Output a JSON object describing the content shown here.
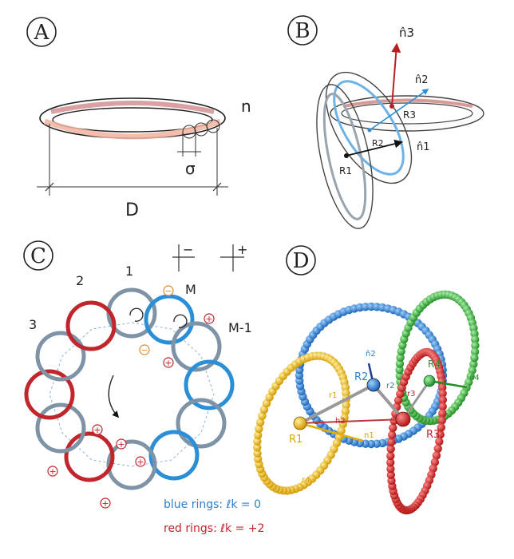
{
  "panels": {
    "A": {
      "letter": "A",
      "label_n": "n",
      "label_sigma": "σ",
      "label_D": "D"
    },
    "B": {
      "letter": "B",
      "n3": "n̂3",
      "n2": "n̂2",
      "n1": "n̂1",
      "R3": "R3",
      "R2": "R2",
      "R1": "R1"
    },
    "C": {
      "letter": "C",
      "ring_labels": [
        "1",
        "2",
        "3",
        "M",
        "M-1"
      ],
      "legend_minus": "−",
      "legend_plus": "+",
      "caption_blue": "blue rings: ℓk = 0",
      "caption_red": "red rings: ℓk = +2",
      "colors": {
        "blue": "#2a8fd6",
        "red": "#c0262b",
        "grey": "#7f93a6",
        "orange": "#e08a2c"
      }
    },
    "D": {
      "letter": "D",
      "labels": {
        "n1": "n̂1",
        "n2": "n̂2",
        "n4": "n̂4",
        "R1": "R1",
        "R2": "R2",
        "R3": "R3",
        "R4": "R4",
        "r1": "r1",
        "r2": "r2",
        "r3": "r3",
        "r4": "r4",
        "h2": "h2",
        "n1b": "n1"
      },
      "colors": {
        "blue": "#2f7fd0",
        "yellow": "#f2c218",
        "red": "#d42a2a",
        "green": "#3cb63c"
      }
    }
  }
}
